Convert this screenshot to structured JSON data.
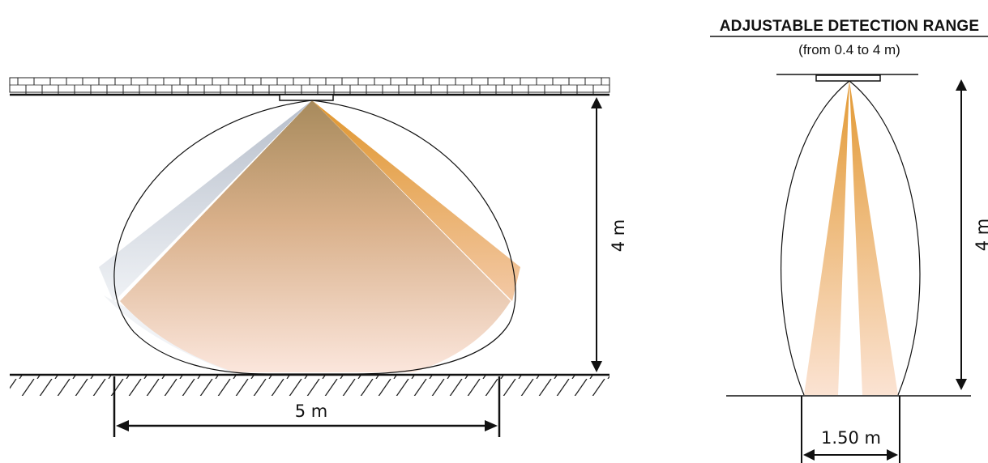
{
  "left_diagram": {
    "height_label": "4 m",
    "width_label": "5 m"
  },
  "right_diagram": {
    "title": "ADJUSTABLE DETECTION RANGE",
    "subtitle": "(from 0.4 to 4 m)",
    "height_label": "4 m",
    "width_label": "1.50 m"
  },
  "colors": {
    "orange": "#e9a13b",
    "peach": "#f7d3b8",
    "grey_blue": "#b9c2d0",
    "line": "#111111"
  }
}
